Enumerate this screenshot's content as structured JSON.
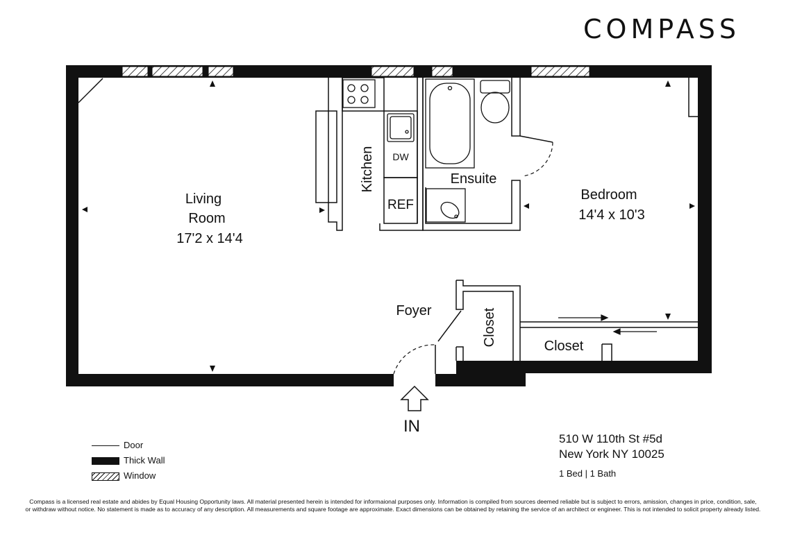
{
  "brand": {
    "logo_text": "COMPASS"
  },
  "rooms": {
    "living": {
      "name_line1": "Living",
      "name_line2": "Room",
      "dims": "17'2 x 14'4"
    },
    "kitchen": {
      "name": "Kitchen"
    },
    "dishwasher": {
      "name": "DW"
    },
    "refrigerator": {
      "name": "REF"
    },
    "ensuite": {
      "name": "Ensuite"
    },
    "bedroom": {
      "name": "Bedroom",
      "dims": "14'4 x 10'3"
    },
    "foyer": {
      "name": "Foyer"
    },
    "foyer_closet": {
      "name": "Closet"
    },
    "bedroom_closet": {
      "name": "Closet"
    }
  },
  "entry": {
    "label": "IN"
  },
  "legend": {
    "door": "Door",
    "thick_wall": "Thick Wall",
    "window": "Window"
  },
  "listing": {
    "address_line1": "510 W 110th St #5d",
    "address_line2": "New York NY 10025",
    "beds_baths": "1 Bed | 1 Bath"
  },
  "disclaimer": {
    "line1": "Compass is a licensed real estate and abides by Equal Housing Opportunity laws. All material presented herein is intended for informaional purposes only. Information is compiled from sources deemed reliable but is subject to errors, amission, changes in price, condition, sale,",
    "line2": "or withdraw without notice. No statement is made as to accuracy of any description. All measurements and square footage are approximate. Exact dimensions can be obtained by retaining the service of an architect or engineer. This is not intended to solicit property already listed."
  }
}
